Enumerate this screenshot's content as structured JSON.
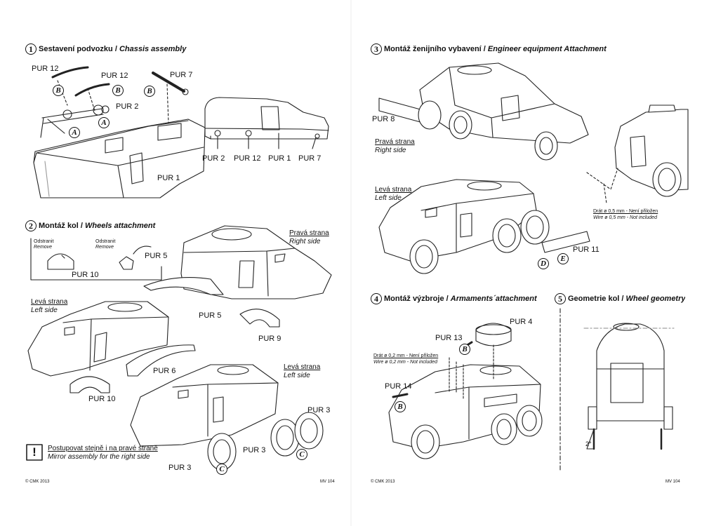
{
  "sections": [
    {
      "num": "1",
      "title_cz": "Sestavení podvozku",
      "title_en": "Chassis assembly"
    },
    {
      "num": "2",
      "title_cz": "Montáž kol",
      "title_en": "Wheels attachment"
    },
    {
      "num": "3",
      "title_cz": "Montáž ženijního vybavení",
      "title_en": "Engineer equipment Attachment"
    },
    {
      "num": "4",
      "title_cz": "Montáž výzbroje",
      "title_en": "Armaments´attachment"
    },
    {
      "num": "5",
      "title_cz": "Geometrie kol",
      "title_en": "Wheel geometry"
    }
  ],
  "part_labels": {
    "s1": [
      "PUR 12",
      "PUR 12",
      "PUR 7",
      "PUR 2",
      "PUR 1",
      "PUR 2",
      "PUR 12",
      "PUR 1",
      "PUR 7"
    ],
    "s2": [
      "PUR 10",
      "PUR 5",
      "PUR 5",
      "PUR 9",
      "PUR 6",
      "PUR 10",
      "PUR 3",
      "PUR 3",
      "PUR 3"
    ],
    "s3": [
      "PUR 8",
      "PUR 11"
    ],
    "s4": [
      "PUR 4",
      "PUR 13",
      "PUR 14"
    ]
  },
  "badges": {
    "s1": [
      "B",
      "B",
      "B",
      "A",
      "A"
    ],
    "s2": [
      "C",
      "C"
    ],
    "s3": [
      "D",
      "E"
    ],
    "s4": [
      "B",
      "B"
    ]
  },
  "remove_notes": [
    {
      "cz": "Odstranit",
      "en": "Remove"
    },
    {
      "cz": "Odstranit",
      "en": "Remove"
    }
  ],
  "side_labels": {
    "right": {
      "cz": "Pravá strana",
      "en": "Right side"
    },
    "left": {
      "cz": "Levá strana",
      "en": "Left side"
    }
  },
  "wire_notes": {
    "s4": {
      "cz": "Drát ø 0,2 mm - Není přiložen",
      "en": "Wire ø 0,2 mm - Not included"
    },
    "s3": {
      "cz": "Drát ø 0,5 mm - Není přiložen",
      "en": "Wire ø 0,5 mm - Not included"
    }
  },
  "mirror_note": {
    "icon": "!",
    "cz": "Postupovat stejně i na pravé straně",
    "en": "Mirror assembly for the right side"
  },
  "angle_label": "2°",
  "footer": {
    "left_copyright": "© CMK 2013",
    "left_page": "MV 104",
    "right_copyright": "© CMK 2013",
    "right_page": "MV 104"
  }
}
